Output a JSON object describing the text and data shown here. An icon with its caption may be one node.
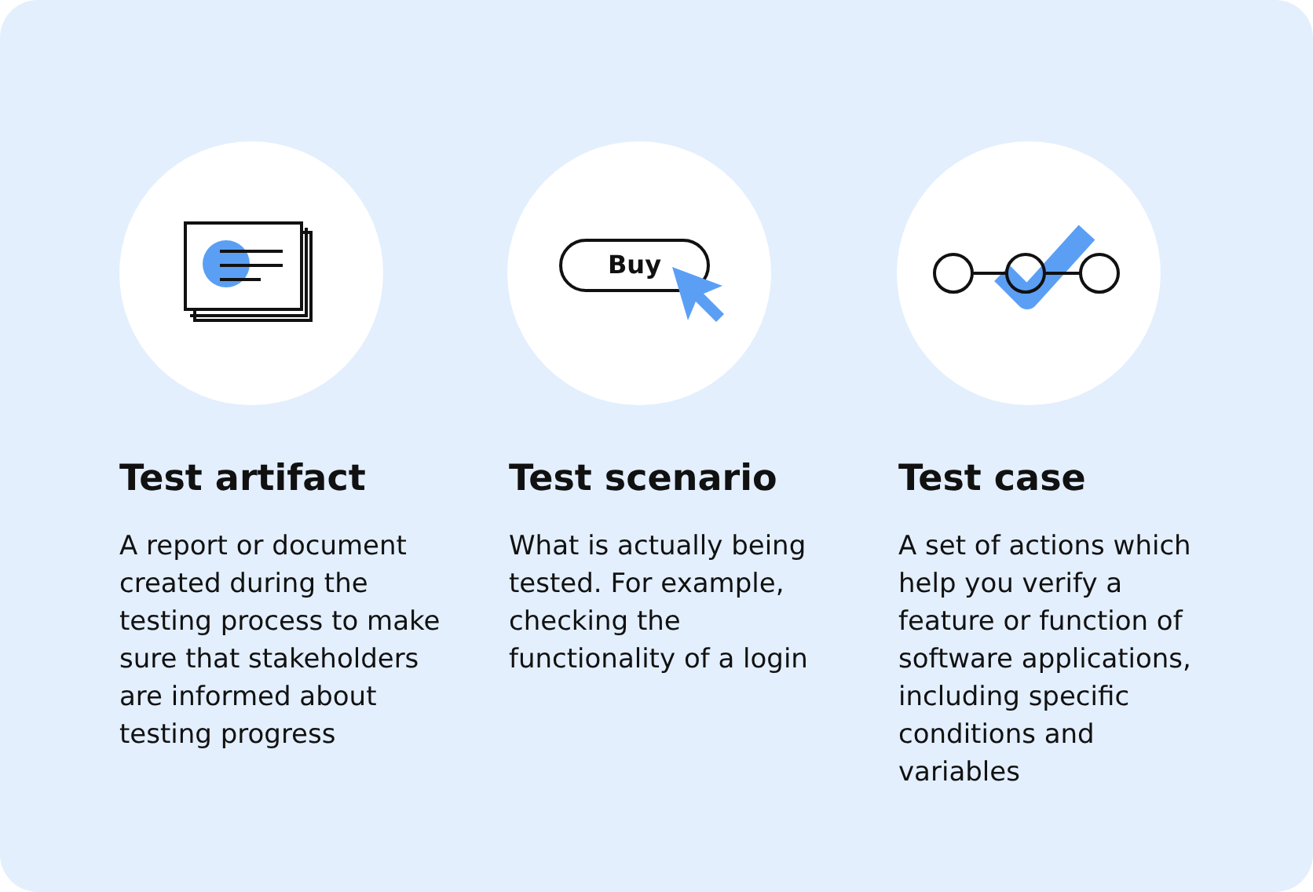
{
  "diagram": {
    "nodes": [
      {
        "text": [
          "Buy"
        ]
      }
    ],
    "labels": [
      "Test artifact",
      "A report or document created during the testing process to make sure that stakeholders are informed about testing progress",
      "Test scenario",
      "What is actually being tested. For example, checking the functionality of a login",
      "Test case",
      "A set of actions which help you verify a feature or function of software applications, including specific conditions and variables"
    ]
  }
}
